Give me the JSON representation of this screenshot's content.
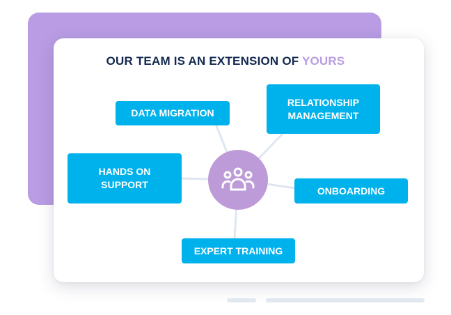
{
  "title": {
    "main": "OUR TEAM IS AN EXTENSION OF",
    "accent": "YOURS"
  },
  "hub": {
    "icon": "team-icon"
  },
  "nodes": {
    "data_migration": "DATA MIGRATION",
    "relationship_management": {
      "line1": "RELATIONSHIP",
      "line2": "MANAGEMENT"
    },
    "hands_on_support": {
      "line1": "HANDS ON",
      "line2": "SUPPORT"
    },
    "onboarding": "ONBOARDING",
    "expert_training": "EXPERT TRAINING"
  },
  "colors": {
    "node_background": "#00b2ec",
    "hub_background": "#bd9ad8",
    "back_panel": "#b99ce3",
    "title_text": "#12284f",
    "title_accent": "#b99ce3",
    "connector": "#dfe6f0"
  }
}
